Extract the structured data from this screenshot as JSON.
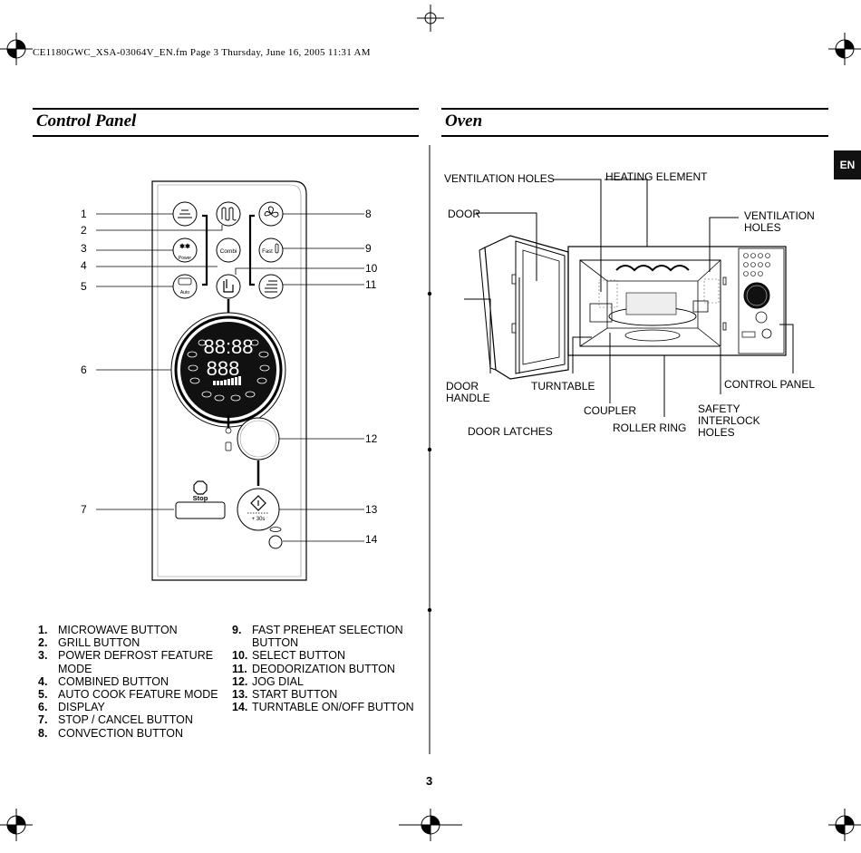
{
  "header": "CE1180GWC_XSA-03064V_EN.fm  Page 3  Thursday, June 16, 2005  11:31 AM",
  "sections": {
    "control_panel": "Control Panel",
    "oven": "Oven"
  },
  "lang_tab": "EN",
  "page_number": "3",
  "control_panel": {
    "callouts": [
      "1",
      "2",
      "3",
      "4",
      "5",
      "6",
      "7",
      "8",
      "9",
      "10",
      "11",
      "12",
      "13",
      "14"
    ],
    "button_texts": {
      "power": "Power",
      "auto": "Auto",
      "combi": "Combi",
      "fast": "Fast",
      "stop": "Stop",
      "plus30": "+ 30s"
    },
    "display_digits": {
      "top": "88:88",
      "bottom": "888"
    }
  },
  "oven": {
    "labels": {
      "ventilation_holes_left": "VENTILATION HOLES",
      "heating_element": "HEATING ELEMENT",
      "door": "DOOR",
      "ventilation_holes_right_1": "VENTILATION",
      "ventilation_holes_right_2": "HOLES",
      "door_handle_1": "DOOR",
      "door_handle_2": "HANDLE",
      "turntable": "TURNTABLE",
      "control_panel": "CONTROL PANEL",
      "coupler": "COUPLER",
      "safety_1": "SAFETY",
      "safety_2": "INTERLOCK",
      "safety_3": "HOLES",
      "door_latches": "DOOR LATCHES",
      "roller_ring": "ROLLER RING"
    }
  },
  "legend_col1": [
    {
      "n": "1.",
      "t": "MICROWAVE BUTTON"
    },
    {
      "n": "2.",
      "t": "GRILL BUTTON"
    },
    {
      "n": "3.",
      "t": "POWER DEFROST FEATURE"
    },
    {
      "n": "",
      "t": "MODE"
    },
    {
      "n": "4.",
      "t": "COMBINED BUTTON"
    },
    {
      "n": "5.",
      "t": "AUTO COOK FEATURE MODE"
    },
    {
      "n": "6.",
      "t": "DISPLAY"
    },
    {
      "n": "7.",
      "t": "STOP / CANCEL BUTTON"
    },
    {
      "n": "8.",
      "t": "CONVECTION BUTTON"
    }
  ],
  "legend_col2": [
    {
      "n": "9.",
      "t": "FAST PREHEAT SELECTION"
    },
    {
      "n": "",
      "t": "BUTTON"
    },
    {
      "n": "10.",
      "t": "SELECT BUTTON"
    },
    {
      "n": "11.",
      "t": "DEODORIZATION BUTTON"
    },
    {
      "n": "12.",
      "t": "JOG DIAL"
    },
    {
      "n": "13.",
      "t": "START BUTTON"
    },
    {
      "n": "14.",
      "t": "TURNTABLE ON/OFF BUTTON"
    }
  ]
}
